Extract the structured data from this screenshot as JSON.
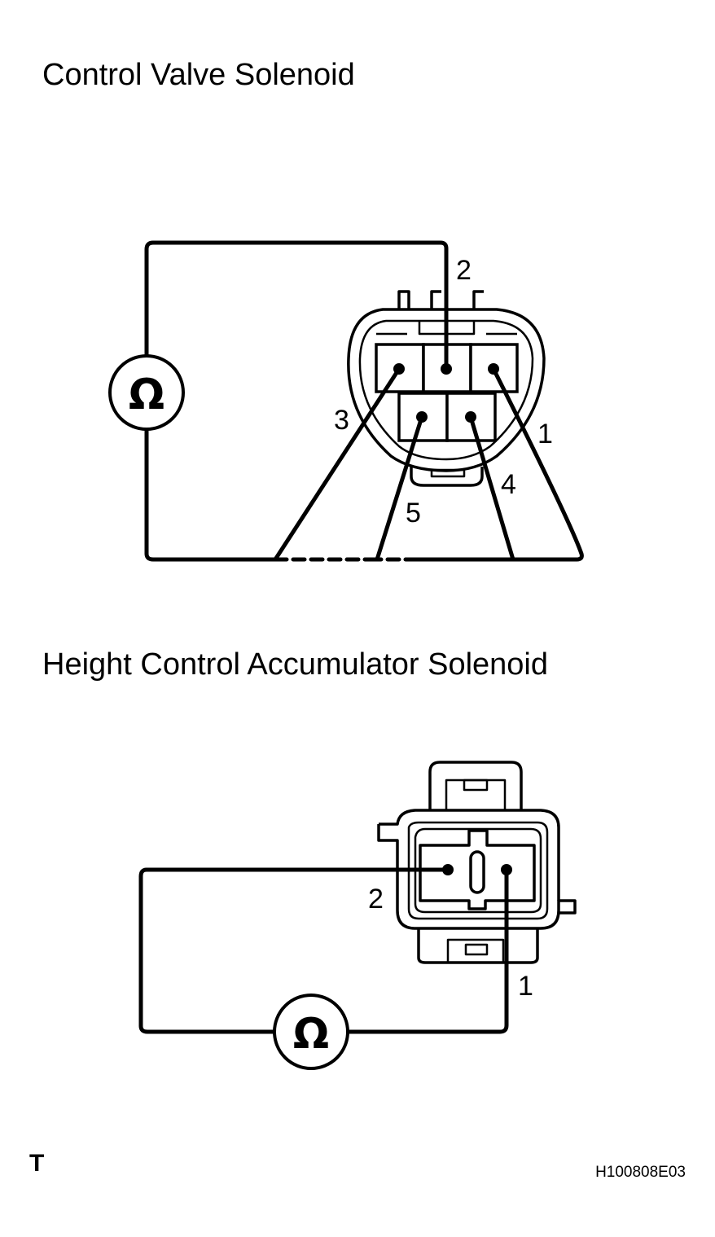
{
  "sections": [
    {
      "title": "Control Valve Solenoid",
      "meter_symbol": "Ω",
      "meter_icon": "ohmmeter-icon",
      "pins": [
        "2",
        "3",
        "1",
        "4",
        "5"
      ]
    },
    {
      "title": "Height Control Accumulator Solenoid",
      "meter_symbol": "Ω",
      "meter_icon": "ohmmeter-icon",
      "pins": [
        "2",
        "1"
      ]
    }
  ],
  "footer": {
    "corner_mark": "T",
    "figure_code": "H100808E03"
  }
}
